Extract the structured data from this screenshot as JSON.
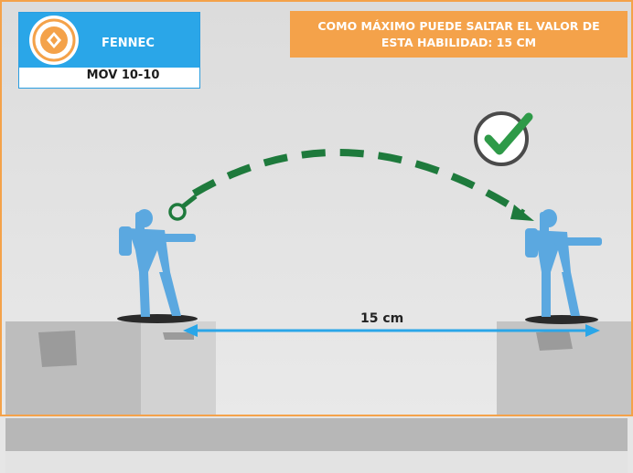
{
  "profile_card": {
    "name": "FENNEC",
    "stat": "MOV 10-10"
  },
  "note": {
    "line1": "COMO MÁXIMO PUEDE SALTAR EL VALOR DE",
    "line2": "ESTA HABILIDAD: 15 CM"
  },
  "measurement": {
    "label": "15 cm"
  },
  "icons": {
    "check": "check-circle-icon",
    "start": "ring-marker-icon",
    "arrow": "arrow-head-icon"
  },
  "colors": {
    "frame": "#f4a24a",
    "card": "#2aa6e8",
    "path": "#1e7a3c",
    "measure_arrow": "#2aa6e8",
    "miniature": "#5ba8e0"
  }
}
